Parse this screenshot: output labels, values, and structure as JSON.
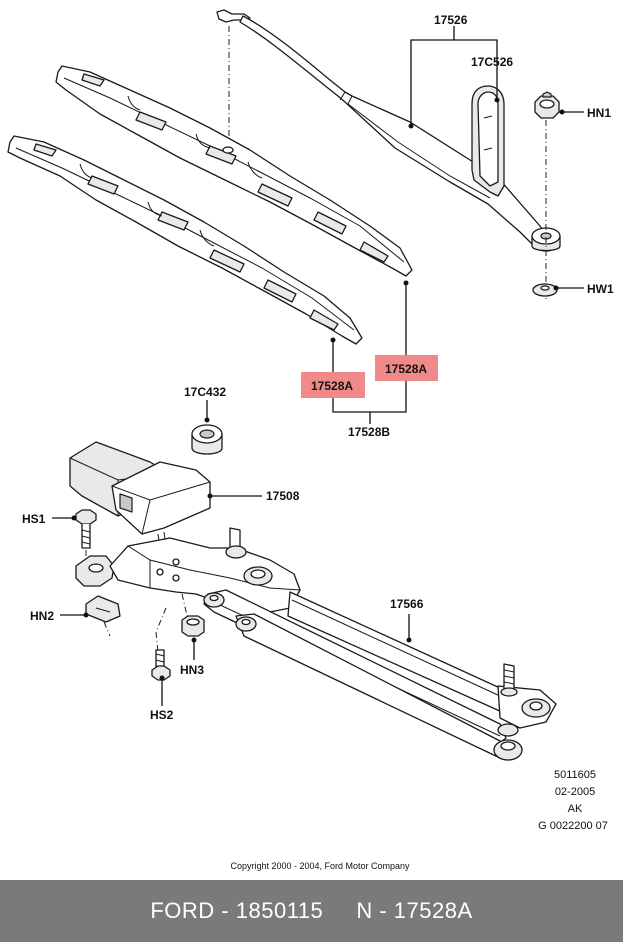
{
  "labels": {
    "arm": "17526",
    "arm_cap": "17C526",
    "nut_hn1": "HN1",
    "washer_hw1": "HW1",
    "blade_a_left": "17528A",
    "blade_a_right": "17528A",
    "blade_b": "17528B",
    "grommet": "17C432",
    "motor": "17508",
    "bolt_hs1": "HS1",
    "clip_hn2": "HN2",
    "nut_hn3": "HN3",
    "bolt_hs2": "HS2",
    "linkage": "17566"
  },
  "reference": {
    "line1": "5011605",
    "line2": "02-2005",
    "line3": "AK",
    "line4": "G 0022200 07"
  },
  "copyright": "Copyright 2000 - 2004, Ford Motor Company",
  "footer": {
    "brand": "FORD",
    "part_number": "1850115",
    "sep1": " - ",
    "n_prefix": "N",
    "sep2": " - ",
    "ref_code": "17528A"
  },
  "highlight_color": "#f08a8a",
  "footer_color": "#7a7a7a"
}
